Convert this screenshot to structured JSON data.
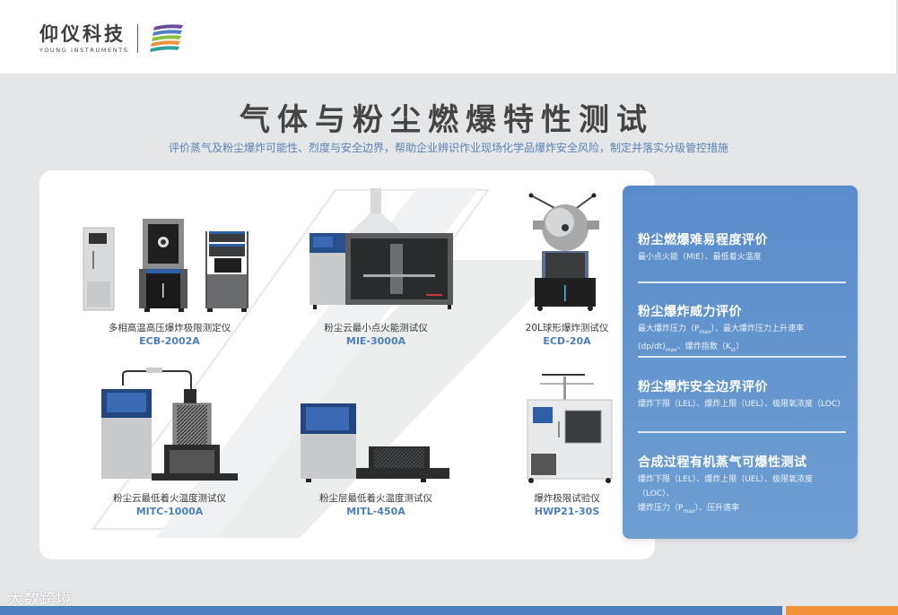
{
  "header": {
    "logo_cn": "仰仪科技",
    "logo_en": "YOUNG INSTRUMENTS",
    "logo_mark_colors": [
      "#6a4a9c",
      "#4e7fc4",
      "#8bbf3f",
      "#f0913a",
      "#2ea09a"
    ]
  },
  "main": {
    "title": "气体与粉尘燃爆特性测试",
    "subtitle": "评价蒸气及粉尘爆炸可能性、烈度与安全边界，帮助企业辨识作业现场化学品爆炸安全风险，制定并落实分级管控措施"
  },
  "products": [
    {
      "name": "多相高温高压爆炸极限测定仪",
      "model": "ECB-2002A"
    },
    {
      "name": "粉尘云最小点火能测试仪",
      "model": "MIE-3000A"
    },
    {
      "name": "20L球形爆炸测试仪",
      "model": "ECD-20A"
    },
    {
      "name": "粉尘云最低着火温度测试仪",
      "model": "MITC-1000A"
    },
    {
      "name": "粉尘层最低着火温度测试仪",
      "model": "MITL-450A"
    },
    {
      "name": "爆炸极限试验仪",
      "model": "HWP21-30S"
    }
  ],
  "panel": {
    "items": [
      {
        "title": "粉尘燃爆难易程度评价",
        "desc": "最小点火能（MIE）、最低着火温度"
      },
      {
        "title": "粉尘爆炸威力评价",
        "desc_a": "最大爆炸压力（P",
        "desc_a_sub": "max",
        "desc_b": "）、最大爆炸压力上升速率",
        "desc_c": "(dp/dt)",
        "desc_c_sub": "max",
        "desc_d": "、爆炸指数（K",
        "desc_d_sub": "st",
        "desc_e": "）"
      },
      {
        "title": "粉尘爆炸安全边界评价",
        "desc": "爆炸下限（LEL）、爆炸上限（UEL）、极限氧浓度（LOC）"
      },
      {
        "title": "合成过程有机蒸气可爆性测试",
        "desc": "爆炸下限（LEL）、爆炸上限（UEL）、极限氧浓度（LOC）、",
        "desc2_a": "爆炸压力（P",
        "desc2_sub": "max",
        "desc2_b": "）、压升速率"
      }
    ]
  },
  "watermark": "大数跨境",
  "colors": {
    "accent_blue": "#4e7fba",
    "panel_blue": "#5a8ccb",
    "bar_blue": "#4d7fbd",
    "bar_orange": "#f0913a",
    "background_gray": "#e5e6e8"
  }
}
